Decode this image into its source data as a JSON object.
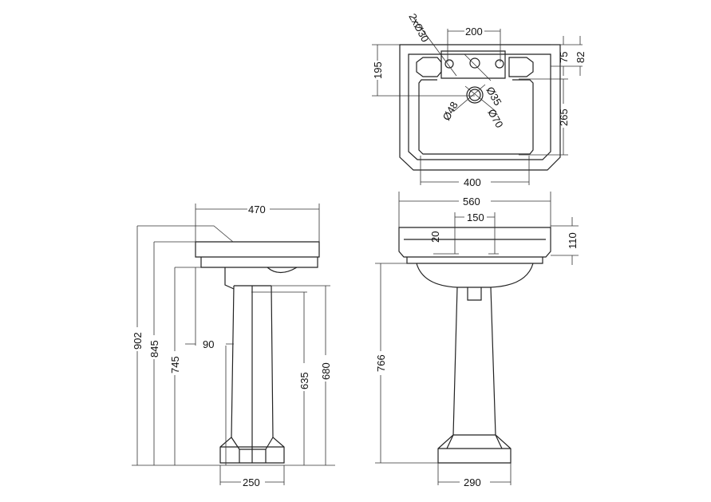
{
  "drawing": {
    "top_view": {
      "hole_spacing": "200",
      "tap_holes": "2xØ30",
      "dim_75": "75",
      "dim_82": "82",
      "dim_195": "195",
      "dim_265": "265",
      "dim_400": "400",
      "waste_35": "Ø35",
      "waste_48": "Ø48",
      "waste_70": "Ø70"
    },
    "front_view": {
      "width": "560",
      "dim_150": "150",
      "dim_20": "20",
      "dim_110": "110",
      "height": "766",
      "base_width": "290"
    },
    "side_view": {
      "depth": "470",
      "dim_902": "902",
      "dim_845": "845",
      "dim_745": "745",
      "dim_635": "635",
      "dim_680": "680",
      "dim_90": "90",
      "base_width": "250"
    }
  }
}
